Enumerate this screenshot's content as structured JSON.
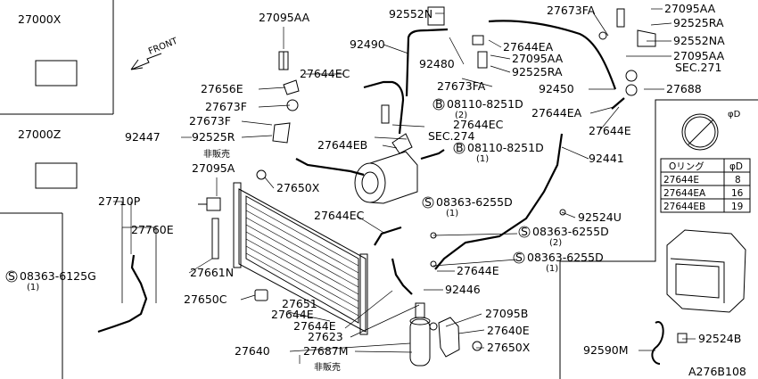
{
  "diagram_code": "A276B108",
  "front_label": "FRONT",
  "boxes": {
    "top_left": "27000X",
    "mid_left": "27000Z"
  },
  "parts": [
    {
      "id": "p27095AA_top",
      "label": "27095AA"
    },
    {
      "id": "p92552N",
      "label": "92552N"
    },
    {
      "id": "p27673FA_top",
      "label": "27673FA"
    },
    {
      "id": "p27095AA_tr",
      "label": "27095AA"
    },
    {
      "id": "p92525RA_tr",
      "label": "92525RA"
    },
    {
      "id": "p92552NA",
      "label": "92552NA"
    },
    {
      "id": "p27095AA_r",
      "label": "27095AA"
    },
    {
      "id": "p92490",
      "label": "92490"
    },
    {
      "id": "p27644EA_top",
      "label": "27644EA"
    },
    {
      "id": "p27095AA_m",
      "label": "27095AA"
    },
    {
      "id": "p92480",
      "label": "92480"
    },
    {
      "id": "p92525RA_m",
      "label": "92525RA"
    },
    {
      "id": "pSEC271",
      "label": "SEC.271"
    },
    {
      "id": "p27644EC_top",
      "label": "27644EC"
    },
    {
      "id": "p27656E",
      "label": "27656E"
    },
    {
      "id": "p27673FA_m",
      "label": "27673FA"
    },
    {
      "id": "p92450",
      "label": "92450"
    },
    {
      "id": "p27688",
      "label": "27688"
    },
    {
      "id": "p27673F_a",
      "label": "27673F"
    },
    {
      "id": "p08110_8251D_a",
      "label": "08110-8251D"
    },
    {
      "id": "p27644EA_r",
      "label": "27644EA"
    },
    {
      "id": "p27673F_b",
      "label": "27673F"
    },
    {
      "id": "p27644EC_m",
      "label": "27644EC"
    },
    {
      "id": "p92447",
      "label": "92447"
    },
    {
      "id": "p92525R",
      "label": "92525R"
    },
    {
      "id": "pSEC274",
      "label": "SEC.274"
    },
    {
      "id": "p27644E_r",
      "label": "27644E"
    },
    {
      "id": "p_hihanbai_a",
      "label": "非販売"
    },
    {
      "id": "p27644EB",
      "label": "27644EB"
    },
    {
      "id": "p08110_8251D_b",
      "label": "08110-8251D"
    },
    {
      "id": "p92441",
      "label": "92441"
    },
    {
      "id": "p27095A",
      "label": "27095A"
    },
    {
      "id": "p27650X_top",
      "label": "27650X"
    },
    {
      "id": "p27710P",
      "label": "27710P"
    },
    {
      "id": "p08363_6255D_a",
      "label": "08363-6255D"
    },
    {
      "id": "p27644EC_b",
      "label": "27644EC"
    },
    {
      "id": "p92524U",
      "label": "92524U"
    },
    {
      "id": "p27760E",
      "label": "27760E"
    },
    {
      "id": "p08363_6255D_b",
      "label": "08363-6255D"
    },
    {
      "id": "p08363_6255D_c",
      "label": "08363-6255D"
    },
    {
      "id": "p27661N",
      "label": "27661N"
    },
    {
      "id": "p27644E_m",
      "label": "27644E"
    },
    {
      "id": "p08363_6125G",
      "label": "08363-6125G"
    },
    {
      "id": "p92446",
      "label": "92446"
    },
    {
      "id": "p27650C",
      "label": "27650C"
    },
    {
      "id": "p27651",
      "label": "27651"
    },
    {
      "id": "p27644E_b1",
      "label": "27644E"
    },
    {
      "id": "p27644E_b2",
      "label": "27644E"
    },
    {
      "id": "p27095B",
      "label": "27095B"
    },
    {
      "id": "p27623",
      "label": "27623"
    },
    {
      "id": "p27640E",
      "label": "27640E"
    },
    {
      "id": "p27640",
      "label": "27640"
    },
    {
      "id": "p27687M",
      "label": "27687M"
    },
    {
      "id": "p27650X_b",
      "label": "27650X"
    },
    {
      "id": "p_hihanbai_b",
      "label": "非販売"
    },
    {
      "id": "p92524B",
      "label": "92524B"
    },
    {
      "id": "p92590M",
      "label": "92590M"
    }
  ],
  "qty": {
    "one": "(1)",
    "two": "(2)"
  },
  "prefix": {
    "bolt": "B",
    "screw": "S"
  },
  "oring_table": {
    "symbol": "φD",
    "headers": [
      "Oリング",
      "φD"
    ],
    "rows": [
      [
        "27644E",
        "8"
      ],
      [
        "27644EA",
        "16"
      ],
      [
        "27644EB",
        "19"
      ]
    ]
  }
}
